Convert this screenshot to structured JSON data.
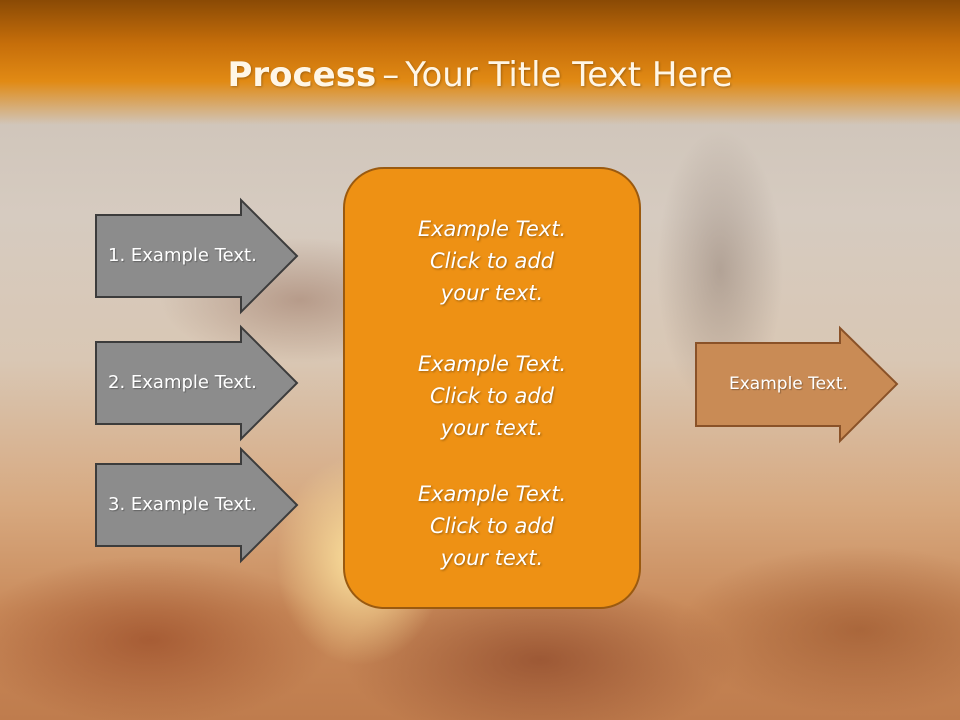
{
  "title": {
    "bold": "Process",
    "separator": "–",
    "rest": "Your Title Text Here"
  },
  "left_arrows": [
    {
      "label": "1. Example Text."
    },
    {
      "label": "2. Example Text."
    },
    {
      "label": "3. Example Text."
    }
  ],
  "center_box": {
    "blocks": [
      {
        "line1": "Example Text.",
        "line2": "Click  to add",
        "line3": "your text."
      },
      {
        "line1": "Example Text.",
        "line2": "Click  to add",
        "line3": "your text."
      },
      {
        "line1": "Example Text.",
        "line2": "Click  to add",
        "line3": "your text."
      }
    ]
  },
  "right_arrow": {
    "label": "Example Text."
  },
  "colors": {
    "header_orange": "#e18a14",
    "center_fill": "#ee9114",
    "center_stroke": "#9a5a10",
    "left_arrow_fill": "#8c8c8c",
    "left_arrow_stroke": "#3c3c3c",
    "right_arrow_fill": "#c98b55",
    "right_arrow_stroke": "#8a5228"
  }
}
